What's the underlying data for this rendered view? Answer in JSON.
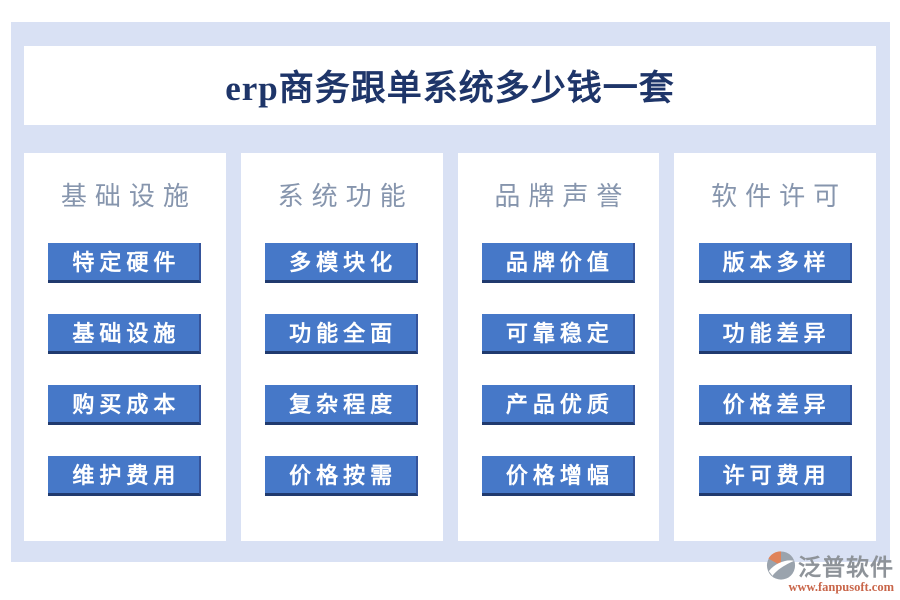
{
  "title": "erp商务跟单系统多少钱一套",
  "columns": [
    {
      "header": "基础设施",
      "items": [
        "特定硬件",
        "基础设施",
        "购买成本",
        "维护费用"
      ]
    },
    {
      "header": "系统功能",
      "items": [
        "多模块化",
        "功能全面",
        "复杂程度",
        "价格按需"
      ]
    },
    {
      "header": "品牌声誉",
      "items": [
        "品牌价值",
        "可靠稳定",
        "产品优质",
        "价格增幅"
      ]
    },
    {
      "header": "软件许可",
      "items": [
        "版本多样",
        "功能差异",
        "价格差异",
        "许可费用"
      ]
    }
  ],
  "footer": {
    "brand": "泛普软件",
    "url": "www.fanpusoft.com"
  },
  "colors": {
    "frame_background": "#d9e1f4",
    "panel": "#ffffff",
    "chip_blue": "#4678c8",
    "chip_edge_navy": "#203a6e",
    "title_navy": "#1e3569",
    "header_slate": "#8695ad",
    "footer_gray": "#8e9399",
    "footer_orange": "#c9664a",
    "logo_orange": "#e0835a",
    "logo_gray": "#9aa3ad"
  }
}
